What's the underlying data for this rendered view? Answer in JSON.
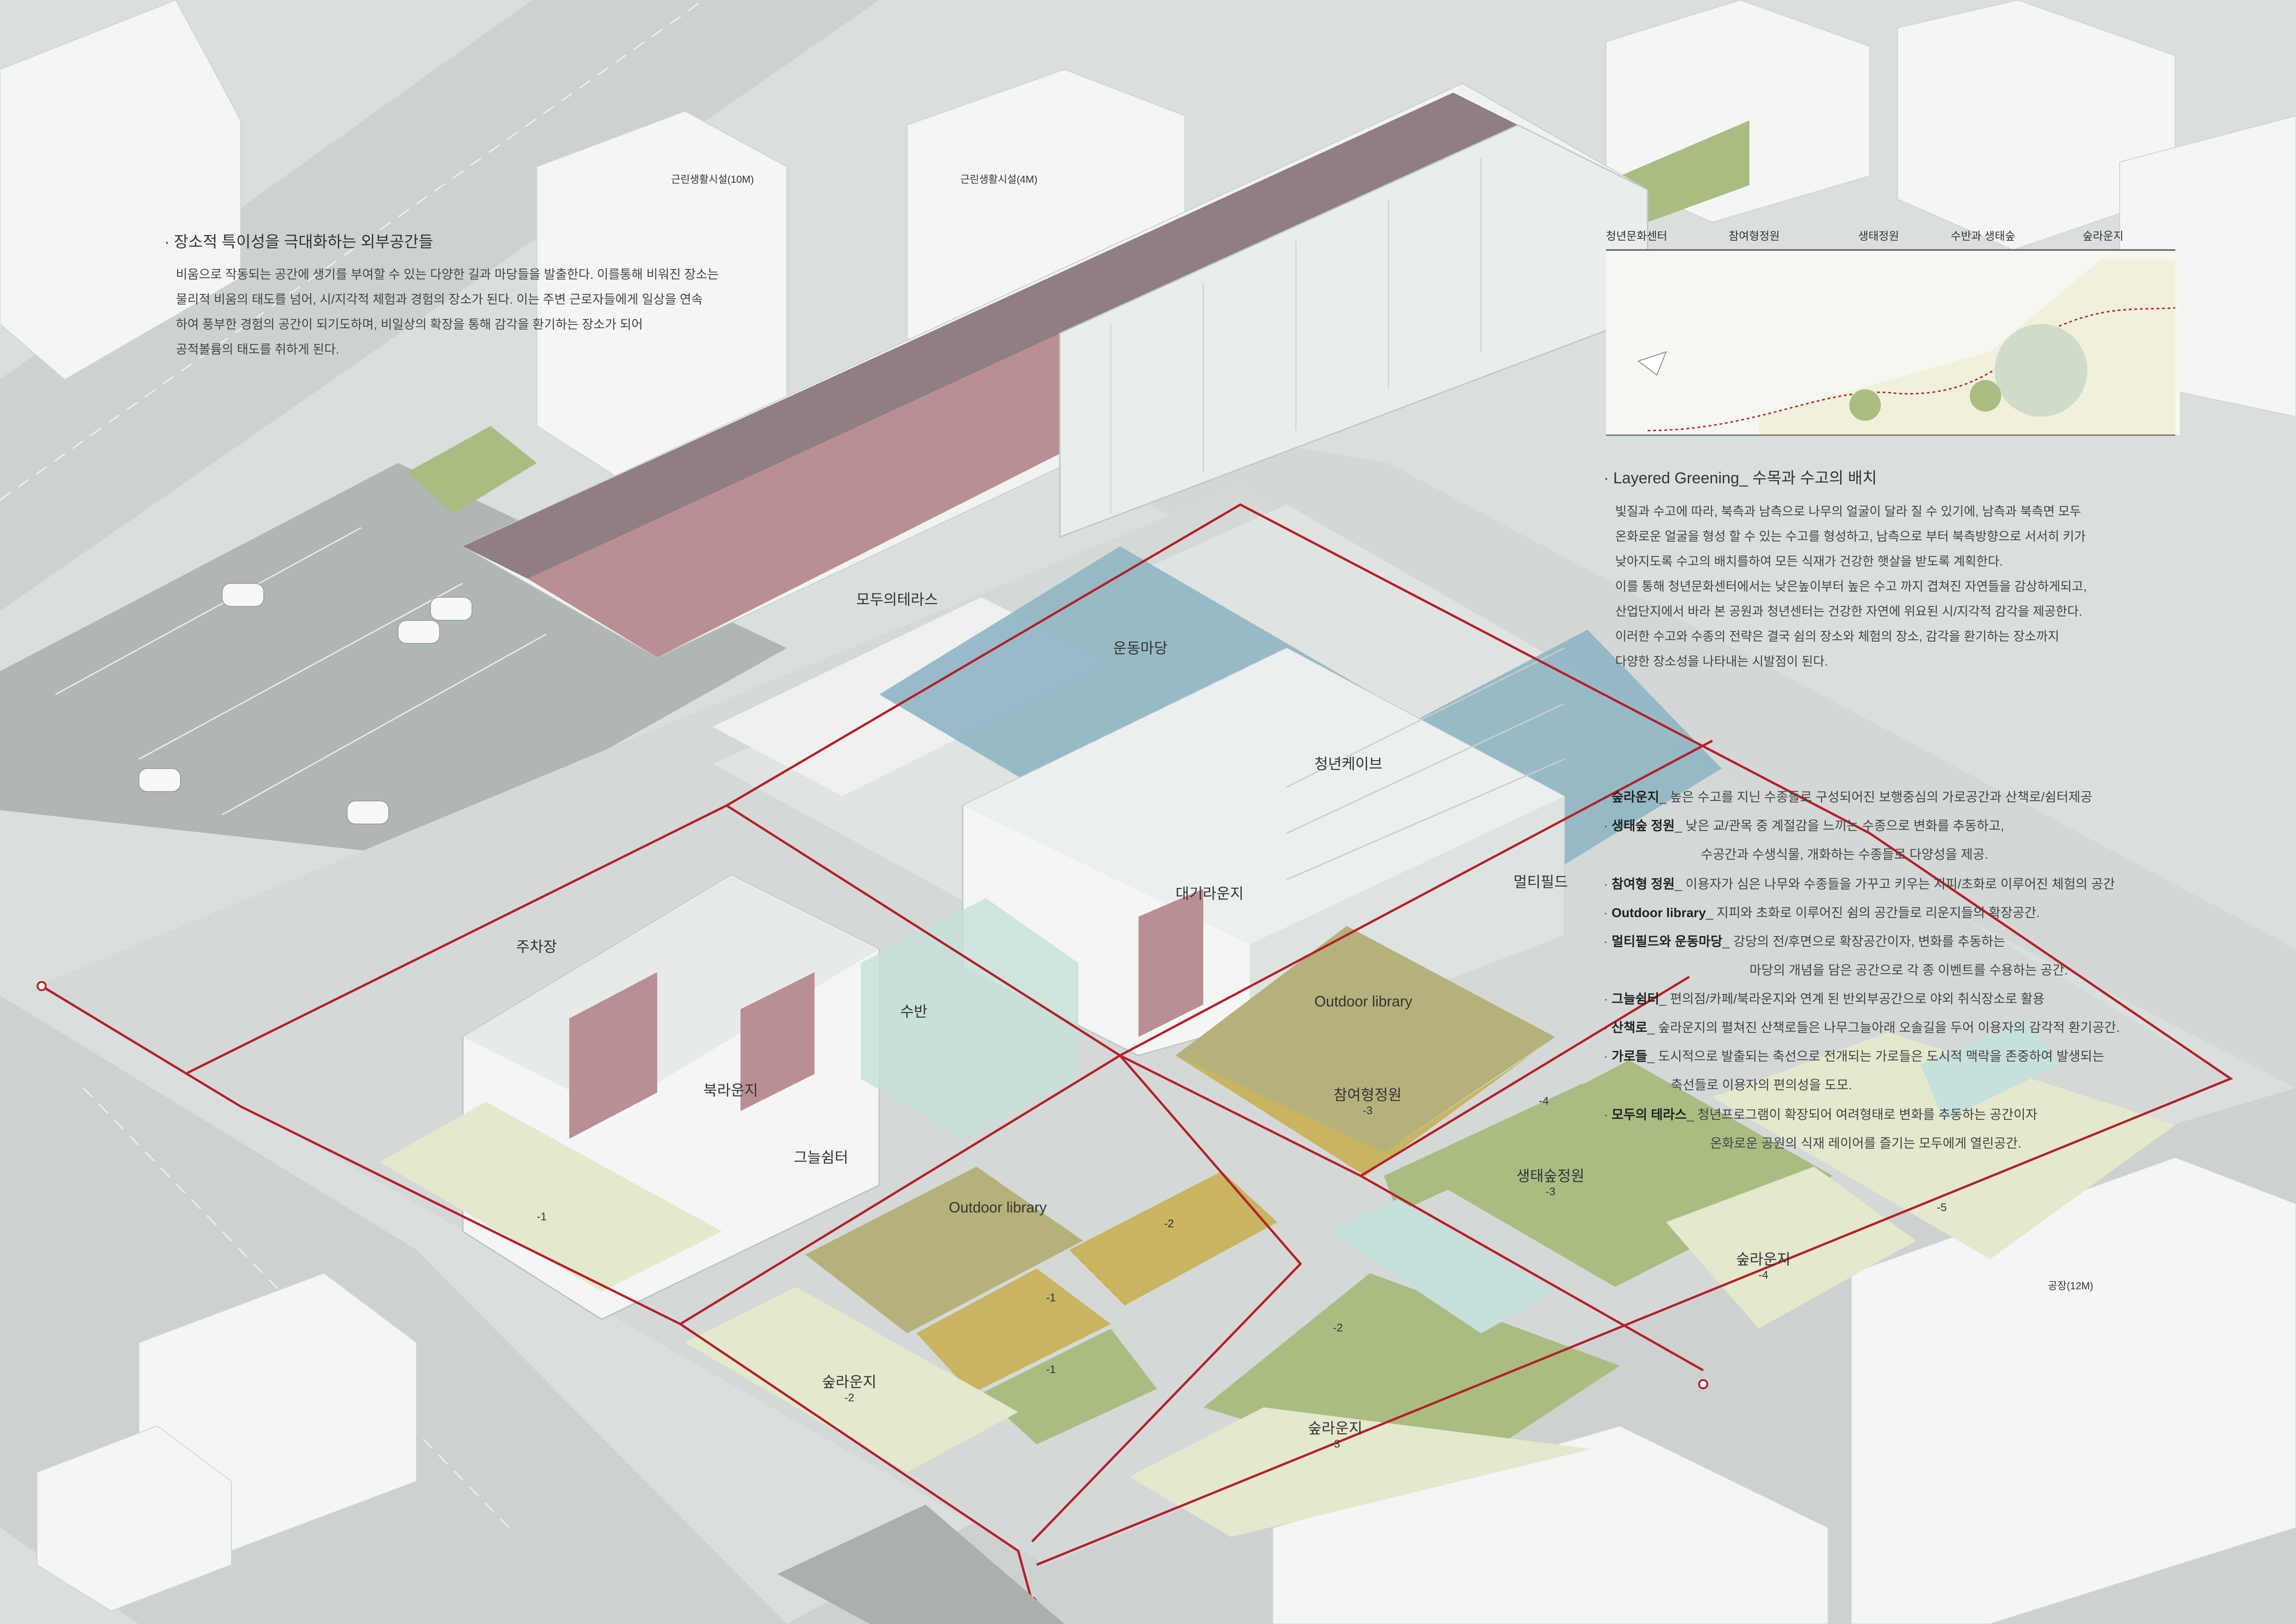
{
  "colors": {
    "background": "#d9dfdd",
    "road": "#cdd2d0",
    "street": "#aab0ae",
    "building_white": "#f4f6f5",
    "roof": "#8f7e82",
    "wall": "#b98f94",
    "sports_blue": "#8fb5c4",
    "lawn_green": "#a9bd83",
    "olive": "#b4b27a",
    "mustard": "#c8b461",
    "pale_lawn": "#e4e8cc",
    "path_red": "#b4202a"
  },
  "context_labels": {
    "retail_10m": "근린생활시설(10M)",
    "retail_4m": "근린생활시설(4M)",
    "factory_12m": "공장(12M)"
  },
  "zones": {
    "terrace": "모두의테라스",
    "sports_yard": "운동마당",
    "youth_cave": "청년케이브",
    "waiting_lounge": "대기라운지",
    "multi_field": "멀티필드",
    "parking": "주차장",
    "north_lounge": "북라운지",
    "water": "수반",
    "shade_shelter": "그늘쉼터",
    "outdoor_library_a": "Outdoor library",
    "outdoor_library_b": "Outdoor library",
    "participation_garden": "참여형정원",
    "participation_garden_sub": "-3",
    "eco_forest_garden": "생태숲정원",
    "eco_forest_garden_sub": "-3",
    "forest_lounge_1": "숲라운지",
    "forest_lounge_1_sub": "-2",
    "forest_lounge_2": "숲라운지",
    "forest_lounge_2_sub": "-3",
    "forest_lounge_3": "숲라운지",
    "forest_lounge_3_sub": "-4"
  },
  "plot_numbers": {
    "p1": "-1",
    "p2": "-2",
    "p3": "-1",
    "p4": "-1",
    "p5": "-2",
    "p6": "-4",
    "p7": "-5"
  },
  "section": {
    "headers": [
      "청년문화센터",
      "참여형정원",
      "생태정원",
      "수반과 생태숲",
      "숲라운지"
    ]
  },
  "text_block_1": {
    "title": "· 장소적 특이성을 극대화하는 외부공간들",
    "lines": [
      "비움으로 작동되는 공간에 생기를 부여할 수 있는 다양한 길과 마당들을 발출한다. 이를통해 비워진 장소는",
      "물리적 비움의 태도를 넘어, 시/지각적 체험과 경험의 장소가 된다. 이는 주변 근로자들에게 일상을 연속",
      "하여 풍부한 경험의 공간이 되기도하며, 비일상의 확장을 통해 감각을 환기하는 장소가 되어",
      "공적볼륨의 태도를 취하게 된다."
    ]
  },
  "text_block_2": {
    "title": "· Layered Greening_ 수목과 수고의 배치",
    "lines": [
      "빛질과 수고에 따라, 북측과 남측으로 나무의 얼굴이 달라 질 수 있기에, 남측과 북측면 모두",
      "온화로운 얼굴을 형성 할 수 있는 수고를 형성하고, 남측으로 부터 북측방향으로 서서히 키가",
      "낮아지도록 수고의 배치를하여 모든 식재가 건강한 햇살을 받도록 계획한다.",
      "이를 통해 청년문화센터에서는 낮은높이부터 높은 수고 까지 겹쳐진 자연들을 감상하게되고,",
      "산업단지에서 바라 본 공원과 청년센터는 건강한 자연에 위요된 시/지각적 감각을 제공한다.",
      "이러한 수고와 수종의 전략은 결국 쉼의 장소와 체험의 장소, 감각을 환기하는 장소까지",
      "다양한 장소성을 나타내는 시발점이 된다."
    ]
  },
  "legend": {
    "items": [
      {
        "term": "숲라운지",
        "desc": "_ 높은 수고를 지닌 수종들로 구성되어진 보행중심의 가로공간과 산책로/쉼터제공"
      },
      {
        "term": "생태숲 정원",
        "desc": "_ 낮은 교/관목 중 계절감을 느끼는 수종으로 변화를 추동하고,"
      },
      {
        "cont": "수공간과 수생식물, 개화하는 수종들로 다양성을 제공."
      },
      {
        "term": "참여형 정원",
        "desc": "_ 이용자가 심은 나무와 수종들을 가꾸고 키우는 지피/초화로 이루어진 체험의 공간"
      },
      {
        "term": "Outdoor library",
        "desc": "_ 지피와 초화로 이루어진 쉼의 공간들로 리운지들의 확장공간."
      },
      {
        "term": "멀티필드와 운동마당",
        "desc": "_ 강당의 전/후면으로 확장공간이자, 변화를 추동하는"
      },
      {
        "cont": "마당의 개념을 담은 공간으로 각 종 이벤트를 수용하는 공간."
      },
      {
        "term": "그늘쉼터",
        "desc": "_ 편의점/카페/북라운지와 연계 된 반외부공간으로 야외 취식장소로 활용"
      },
      {
        "term": "산책로",
        "desc": "_ 숲라운지의 펼쳐진 산책로들은 나무그늘아래 오솔길을 두어 이용자의 감각적 환기공간."
      },
      {
        "term": "가로들",
        "desc": "_ 도시적으로 발출되는 축선으로 전개되는 가로들은 도시적 맥락을 존중하여 발생되는"
      },
      {
        "cont": "축선들로 이용자의 편의성을 도모."
      },
      {
        "term": "모두의 테라스",
        "desc": "_ 청년프로그램이 확장되어 여려형태로 변화를 추동하는 공간이자"
      },
      {
        "cont": "온화로운 공원의 식재 레이어를 즐기는 모두에게 열린공간."
      }
    ]
  }
}
